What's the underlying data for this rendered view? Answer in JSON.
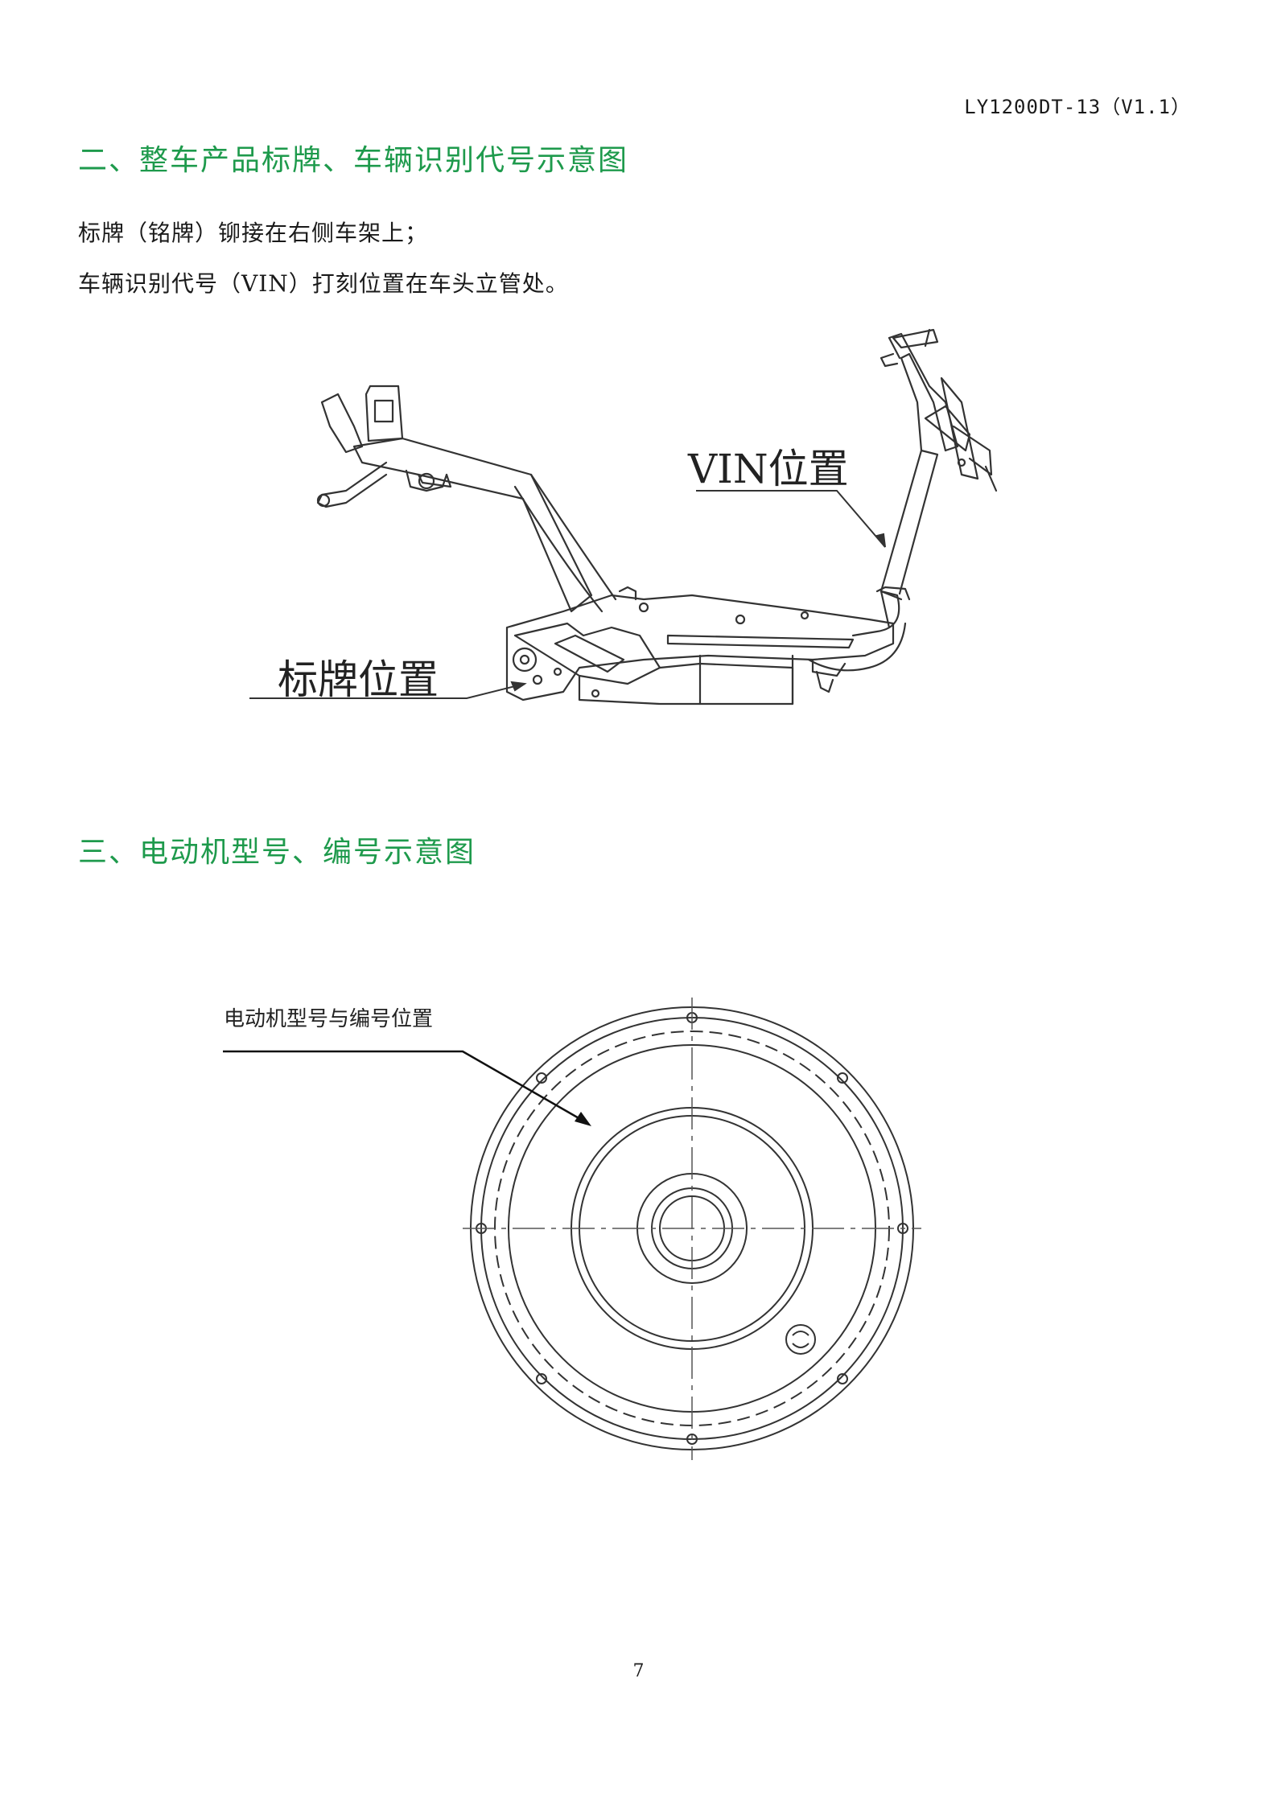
{
  "header": {
    "doc_code": "LY1200DT-13（V1.1）"
  },
  "section2": {
    "title": "二、整车产品标牌、车辆识别代号示意图",
    "line1": "标牌（铭牌）铆接在右侧车架上；",
    "line2": "车辆识别代号（VIN）打刻位置在车头立管处。",
    "vin_label": "VIN位置",
    "plate_label": "标牌位置"
  },
  "section3": {
    "title": "三、电动机型号、编号示意图",
    "motor_label": "电动机型号与编号位置"
  },
  "footer": {
    "page_number": "7"
  }
}
